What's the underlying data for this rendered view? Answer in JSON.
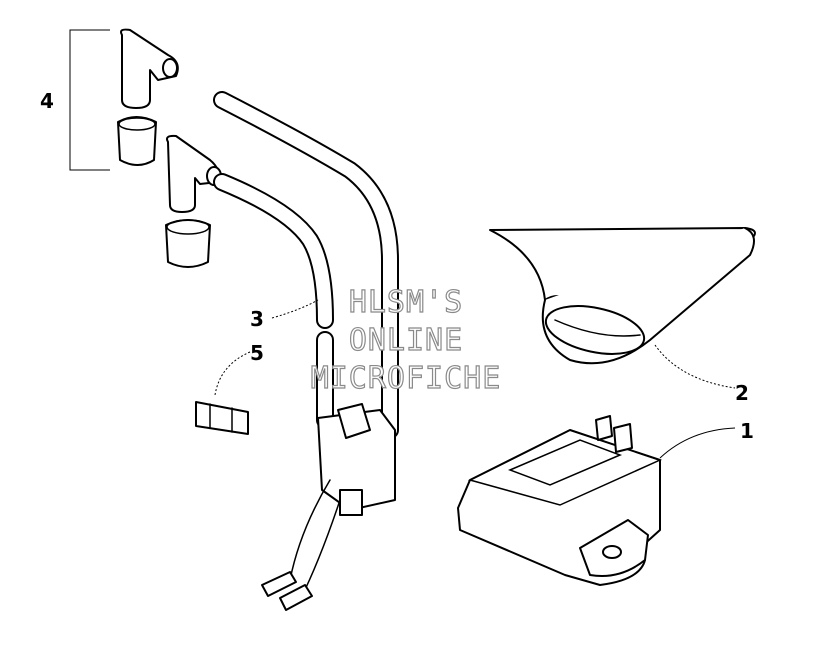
{
  "diagram": {
    "callouts": [
      {
        "id": "1",
        "label": "1"
      },
      {
        "id": "2",
        "label": "2"
      },
      {
        "id": "3",
        "label": "3"
      },
      {
        "id": "4",
        "label": "4"
      },
      {
        "id": "5",
        "label": "5"
      }
    ],
    "watermark": {
      "line1": "HLSM'S",
      "line2": "ONLINE",
      "line3": "MICROFICHE"
    }
  }
}
